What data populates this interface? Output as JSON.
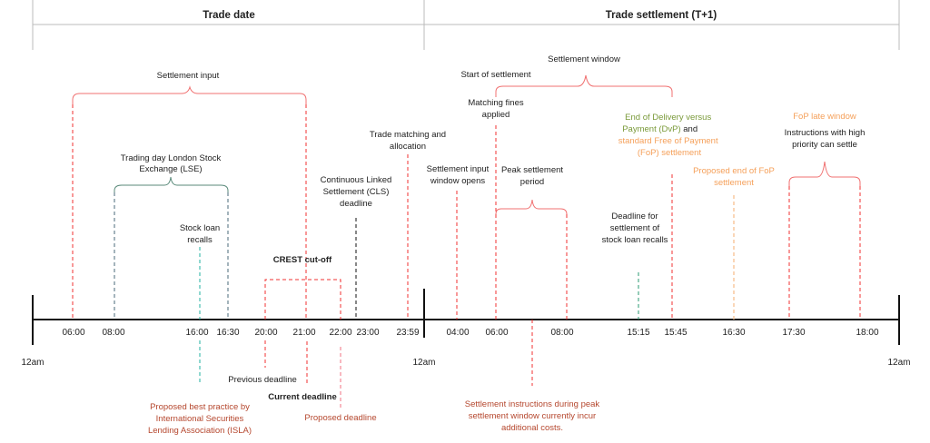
{
  "header": {
    "trade_date": "Trade date",
    "trade_settlement": "Trade settlement (T+1)"
  },
  "axis": {
    "day_markers": [
      "12am",
      "12am",
      "12am"
    ],
    "trade_date_times": [
      "06:00",
      "08:00",
      "16:00",
      "16:30",
      "20:00",
      "21:00",
      "22:00",
      "23:00",
      "23:59"
    ],
    "settlement_times": [
      "04:00",
      "06:00",
      "08:00",
      "15:15",
      "15:45",
      "16:30",
      "17:30",
      "18:00"
    ]
  },
  "labels": {
    "settlement_input": "Settlement input",
    "lse": [
      "Trading day London Stock",
      "Exchange (LSE)"
    ],
    "stock_loan_recalls": [
      "Stock loan",
      "recalls"
    ],
    "crest_cutoff": "CREST cut-off",
    "cls": [
      "Continuous Linked",
      "Settlement (CLS)",
      "deadline"
    ],
    "trade_matching": [
      "Trade matching and",
      "allocation"
    ],
    "previous_deadline": "Previous deadline",
    "current_deadline": "Current deadline",
    "proposed_deadline": "Proposed deadline",
    "isla": [
      "Proposed best practice by",
      "International Securities",
      "Lending Association (ISLA)"
    ],
    "settlement_window": "Settlement window",
    "start_of_settlement": "Start of settlement",
    "matching_fines": [
      "Matching fines",
      "applied"
    ],
    "settlement_input_opens": [
      "Settlement input",
      "window opens"
    ],
    "peak_settlement": [
      "Peak settlement",
      "period"
    ],
    "stock_loan_deadline": [
      "Deadline for",
      "settlement of",
      "stock loan recalls"
    ],
    "dvp": [
      "End of Delivery versus",
      "Payment (DvP)",
      " and",
      "standard Free of Payment",
      "(FoP) settlement"
    ],
    "proposed_fop_end": [
      "Proposed end of FoP",
      "settlement"
    ],
    "fop_late_window": "FoP late window",
    "high_priority": [
      "Instructions with high",
      "priority can settle"
    ],
    "peak_costs": [
      "Settlement instructions during peak",
      "settlement window currently incur",
      "additional costs."
    ]
  },
  "colors": {
    "red": "#f03030",
    "dark_red_text": "#b5472e",
    "green": "#7a9a3a",
    "orange": "#f5a05a",
    "teal": "#20b0a0"
  }
}
